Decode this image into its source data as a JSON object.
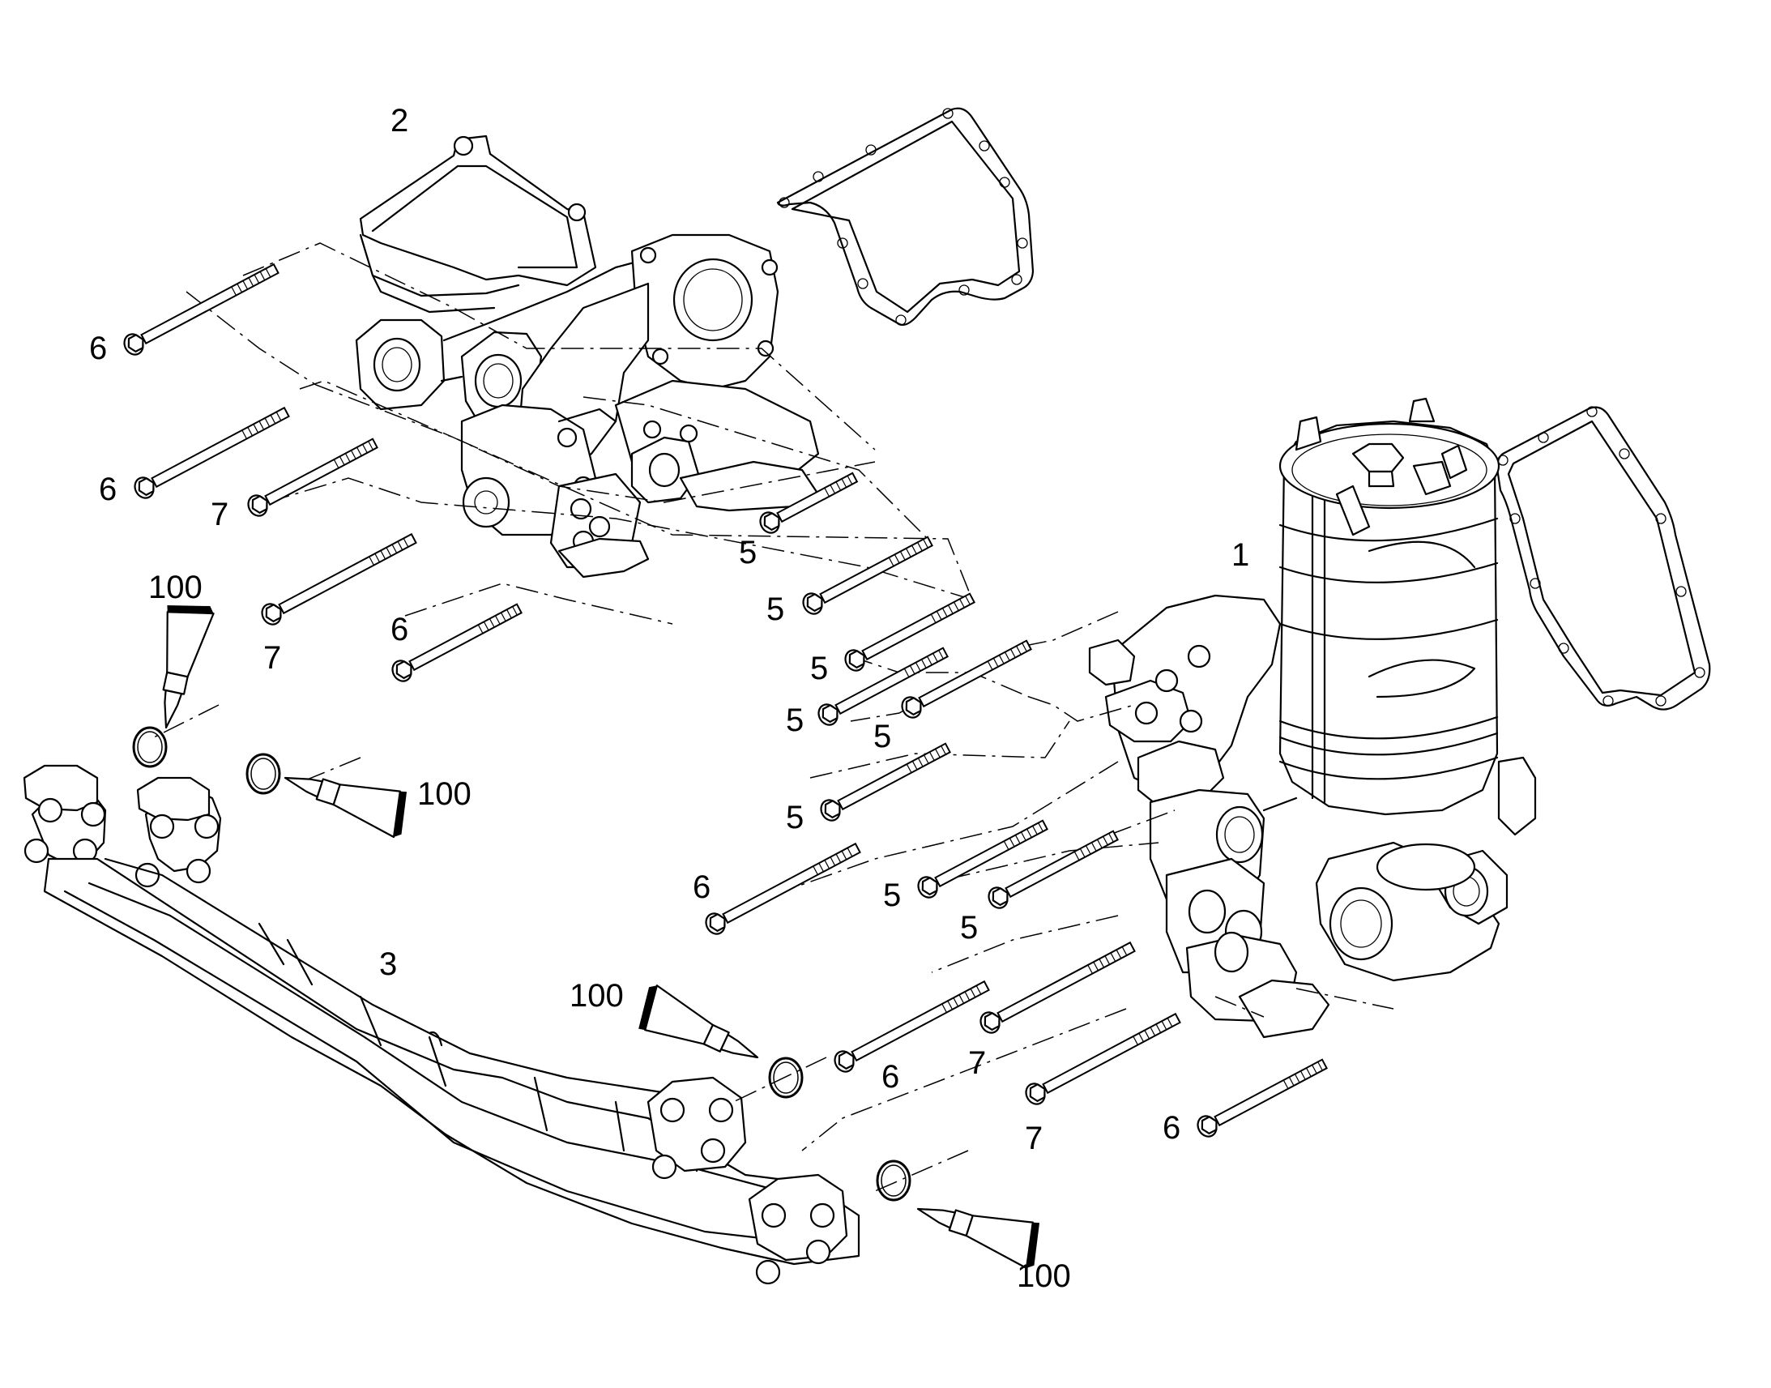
{
  "callouts": {
    "c1": "1",
    "c2": "2",
    "c3": "3",
    "c5a": "5",
    "c5b": "5",
    "c5c": "5",
    "c5d": "5",
    "c5e": "5",
    "c5f": "5",
    "c5g": "5",
    "c5h": "5",
    "c6a": "6",
    "c6b": "6",
    "c6c": "6",
    "c6d": "6",
    "c6e": "6",
    "c6f": "6",
    "c7a": "7",
    "c7b": "7",
    "c7c": "7",
    "c7d": "7",
    "c100a": "100",
    "c100b": "100",
    "c100c": "100",
    "c100d": "100"
  }
}
